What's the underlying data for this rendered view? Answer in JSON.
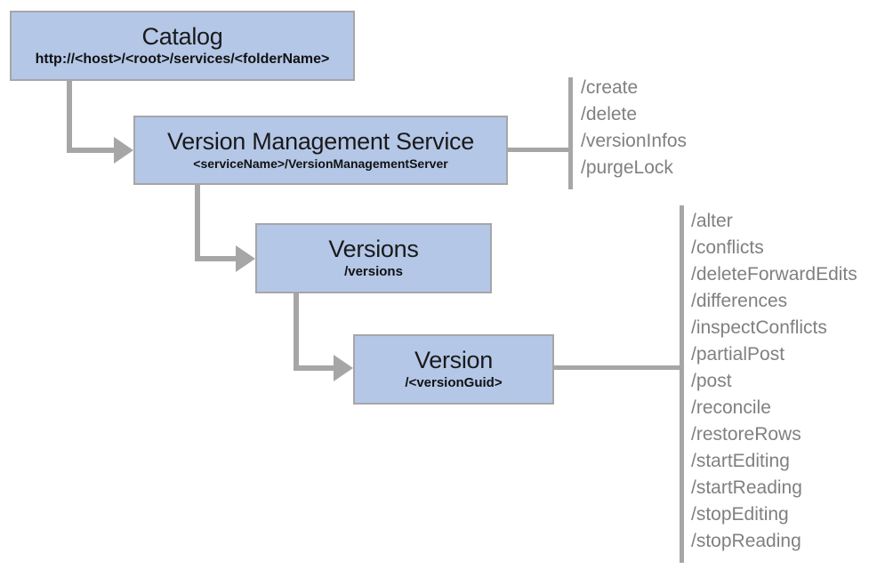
{
  "colors": {
    "node_fill": "#b4c7e7",
    "node_border": "#a6a6a6",
    "connector": "#a6a6a6",
    "title_text": "#1a1a1a",
    "endpoint_text": "#808080",
    "background": "#ffffff"
  },
  "nodes": [
    {
      "title": "Catalog",
      "subtitle": "http://<host>/<root>/services/<folderName>"
    },
    {
      "title": "Version Management Service",
      "subtitle": "<serviceName>/VersionManagementServer"
    },
    {
      "title": "Versions",
      "subtitle": "/versions"
    },
    {
      "title": "Version",
      "subtitle": "/<versionGuid>"
    }
  ],
  "vms_endpoints": [
    "/create",
    "/delete",
    "/versionInfos",
    "/purgeLock"
  ],
  "version_endpoints": [
    "/alter",
    "/conflicts",
    "/deleteForwardEdits",
    "/differences",
    "/inspectConflicts",
    "/partialPost",
    "/post",
    "/reconcile",
    "/restoreRows",
    "/startEditing",
    "/startReading",
    "/stopEditing",
    "/stopReading"
  ]
}
